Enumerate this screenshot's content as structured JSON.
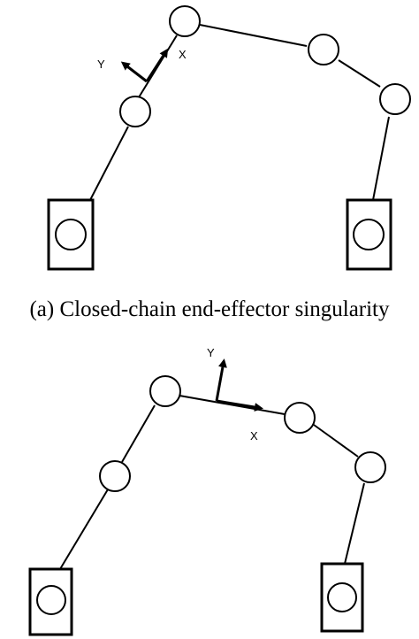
{
  "panels": [
    {
      "caption": "(a) Closed-chain end-effector singularity",
      "frame_labels": {
        "x": "X",
        "y": "Y"
      }
    },
    {
      "frame_labels": {
        "x": "X",
        "y": "Y"
      }
    }
  ],
  "colors": {
    "stroke": "#000000",
    "background": "#ffffff"
  }
}
